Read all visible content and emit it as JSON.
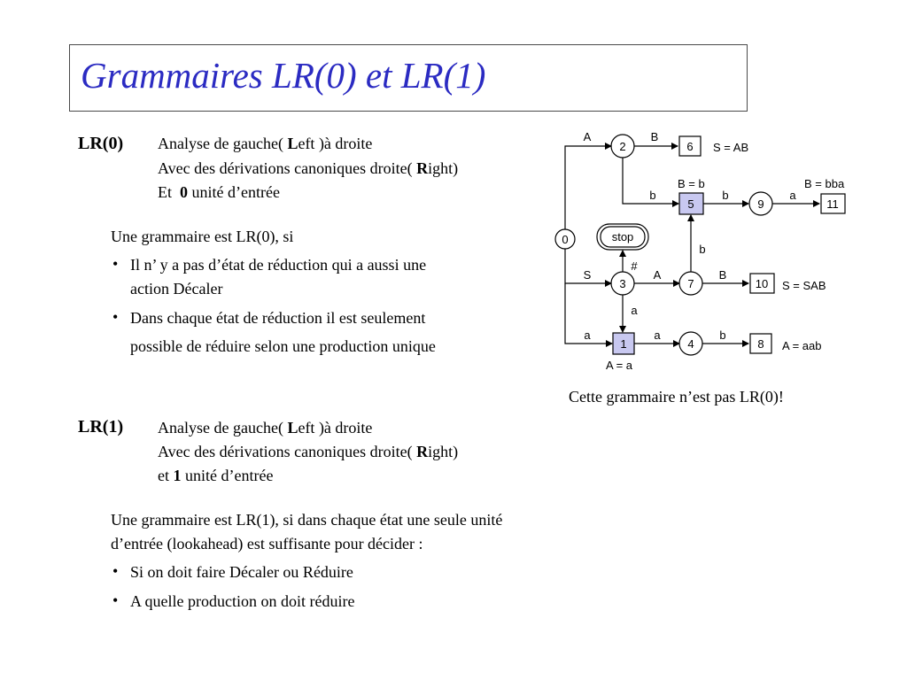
{
  "slide": {
    "title": "Grammaires LR(0) et LR(1)"
  },
  "lr0": {
    "heading": "LR(0)",
    "line1_pre": "Analyse de gauche(",
    "line1_bold": "L",
    "line1_post": "eft )à droite",
    "line2_pre": "Avec des dérivations canoniques droite(",
    "line2_bold": "R",
    "line2_post": "ight)",
    "line3_pre": "Et",
    "line3_bold": "0",
    "line3_post": "unité d’entrée",
    "intro": "Une grammaire est LR(0), si",
    "bullet1_a": "Il n’ y a pas d’état de réduction qui a aussi une",
    "bullet1_b": "action Décaler",
    "bullet2_a": "Dans chaque état de réduction il est seulement",
    "bullet2_b": "possible de réduire selon une production unique"
  },
  "lr1": {
    "heading": "LR(1)",
    "line1_pre": "Analyse de gauche(",
    "line1_bold": "L",
    "line1_post": "eft )à droite",
    "line2_pre": "Avec des dérivations canoniques droite(",
    "line2_bold": "R",
    "line2_post": "ight)",
    "line3_pre": "et",
    "line3_bold": "1",
    "line3_post": "unité d’entrée",
    "intro_a": "Une grammaire est LR(1), si dans chaque état une seule unité",
    "intro_b": "d’entrée (lookahead) est suffisante pour décider :",
    "bullet1": "Si on doit faire Décaler ou Réduire",
    "bullet2": "A quelle production on doit réduire"
  },
  "bullet_char": "•",
  "automaton": {
    "caption": "Cette grammaire n’est pas LR(0)!",
    "states": {
      "s0": "0",
      "s1": "1",
      "s2": "2",
      "s3": "3",
      "s4": "4",
      "s5": "5",
      "s6": "6",
      "s7": "7",
      "s8": "8",
      "s9": "9",
      "s10": "10",
      "s11": "11",
      "stop": "stop"
    },
    "edge_labels": {
      "e0_2": "A",
      "e2_6": "B",
      "e2_5": "b",
      "e5_9": "b",
      "e9_11": "a",
      "e7_5": "b",
      "e0_3": "S",
      "e3_7": "A",
      "e7_10": "B",
      "e3_stop": "#",
      "e3_1": "a",
      "e0_1": "a",
      "e1_4": "a",
      "e4_8": "b"
    },
    "productions": {
      "p6": "S = AB",
      "p5": "B = b",
      "p11": "B = bba",
      "p10": "S = SAB",
      "p8": "A = aab",
      "p1": "A = a"
    },
    "colors": {
      "highlight": "#c8c8f0",
      "stroke": "#000000",
      "title": "#2b2bc2"
    }
  }
}
